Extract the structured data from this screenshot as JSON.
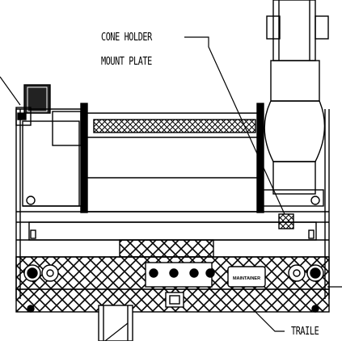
{
  "callouts": {
    "cone_holder": {
      "line1": "CONE HOLDER",
      "line2": "MOUNT PLATE"
    },
    "trailer": {
      "label": "TRAILE"
    }
  },
  "plate": {
    "text": "MAINTAINER"
  },
  "colors": {
    "ink": "#000000",
    "paper": "#ffffff"
  }
}
